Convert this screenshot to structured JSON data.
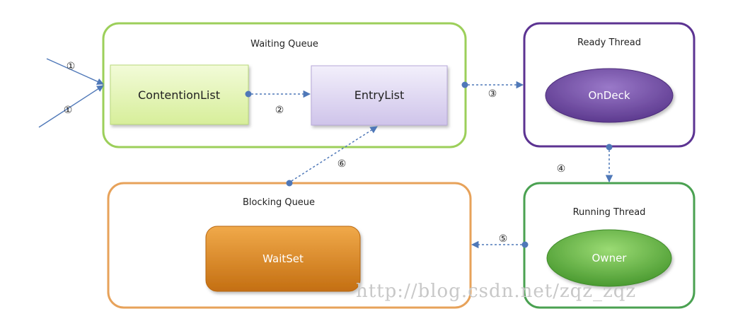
{
  "colors": {
    "waiting_border": "#9ccf5a",
    "ready_border": "#5c3392",
    "running_border": "#4aa151",
    "blocking_border": "#e7a25a",
    "connector": "#4f78b8",
    "contention_fill": "#e4f5b7",
    "entry_fill": "#e3dcf4",
    "ondeck_fill": "#7a55ab",
    "owner_fill": "#6cbf4e",
    "waitset_fill": "#d7841f"
  },
  "containers": {
    "waiting_queue": "Waiting Queue",
    "ready_thread": "Ready Thread",
    "running_thread": "Running Thread",
    "blocking_queue": "Blocking Queue"
  },
  "nodes": {
    "contention_list": "ContentionList",
    "entry_list": "EntryList",
    "on_deck": "OnDeck",
    "owner": "Owner",
    "wait_set": "WaitSet"
  },
  "steps": {
    "step1_top": "①",
    "step1_bottom": "①",
    "step2": "②",
    "step3": "③",
    "step4": "④",
    "step5": "⑤",
    "step6": "⑥"
  },
  "watermark": "http://blog.csdn.net/zqz_zqz"
}
